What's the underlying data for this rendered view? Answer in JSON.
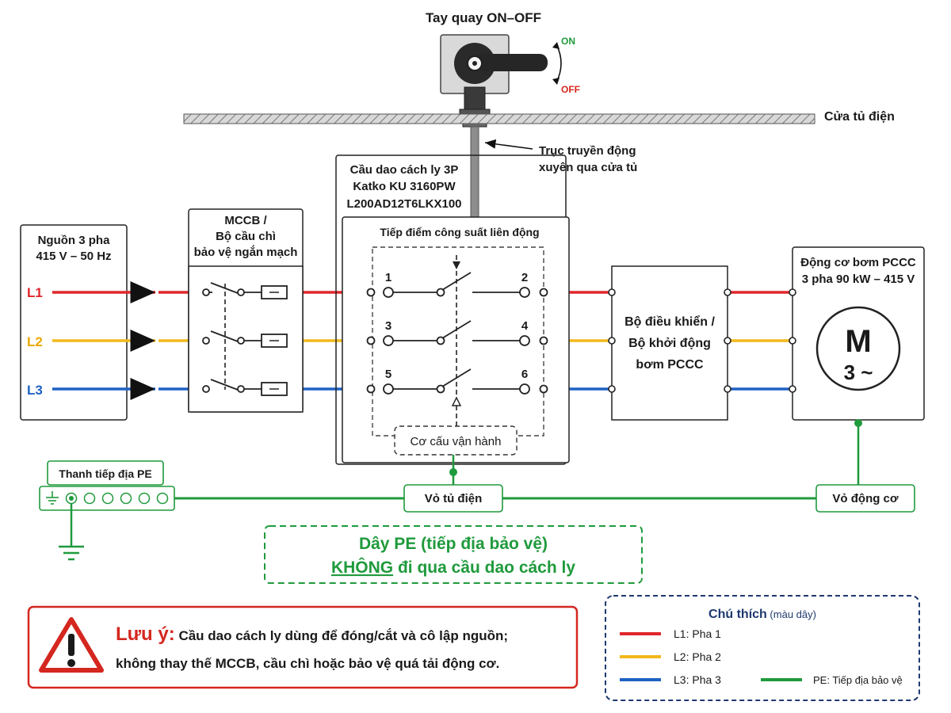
{
  "handle": {
    "title": "Tay quay ON–OFF",
    "on": "ON",
    "off": "OFF"
  },
  "door": {
    "label": "Cửa tủ điện"
  },
  "shaft": {
    "line1": "Trục truyền động",
    "line2": "xuyên qua cửa tủ"
  },
  "source": {
    "line1": "Nguồn 3 pha",
    "line2": "415 V – 50 Hz",
    "l1": "L1",
    "l2": "L2",
    "l3": "L3"
  },
  "mccb": {
    "line1": "MCCB /",
    "line2": "Bộ cầu chì",
    "line3": "bảo vệ ngắn mạch"
  },
  "isolator": {
    "line1": "Cầu dao cách ly 3P",
    "line2": "Katko KU 3160PW",
    "line3": "L200AD12T6LKX100",
    "contacts_title": "Tiếp điểm công suất liên động",
    "terminals": [
      "1",
      "2",
      "3",
      "4",
      "5",
      "6"
    ],
    "mechanism": "Cơ cấu vận hành"
  },
  "controller": {
    "line1": "Bộ điều khiển /",
    "line2": "Bộ khởi động",
    "line3": "bơm PCCC"
  },
  "motor": {
    "line1": "Động cơ bơm PCCC",
    "line2": "3 pha 90 kW – 415 V",
    "symbol": "M",
    "phase": "3 ~"
  },
  "earth_bar": {
    "label": "Thanh tiếp địa PE"
  },
  "enclosure": {
    "label": "Vỏ tủ điện"
  },
  "motor_frame": {
    "label": "Vỏ động cơ"
  },
  "pe_note": {
    "line1": "Dây PE (tiếp địa bảo vệ)",
    "line2_em": "KHÔNG",
    "line2_rest": " đi qua cầu dao cách ly"
  },
  "warning": {
    "icon": "warning-triangle-icon",
    "title": "Lưu ý:",
    "line1": " Cầu dao cách ly dùng để đóng/cắt và cô lập nguồn;",
    "line2": "không thay thế MCCB, cầu chì hoặc bảo vệ quá tải động cơ."
  },
  "legend": {
    "title": "Chú thích",
    "title_small": " (màu dây)",
    "items": [
      {
        "label": "L1: Pha 1",
        "color": "#e0262b"
      },
      {
        "label": "L2: Pha 2",
        "color": "#f2b81c"
      },
      {
        "label": "L3: Pha 3",
        "color": "#1f62c4"
      },
      {
        "label": "PE: Tiếp địa bảo vệ",
        "color": "#1f9a3c"
      }
    ]
  },
  "colors": {
    "l1": "#e0262b",
    "l2": "#f2b81c",
    "l3": "#1f62c4",
    "pe": "#1f9a3c",
    "warning": "#d4271f",
    "legend_border": "#1e3a6e"
  }
}
